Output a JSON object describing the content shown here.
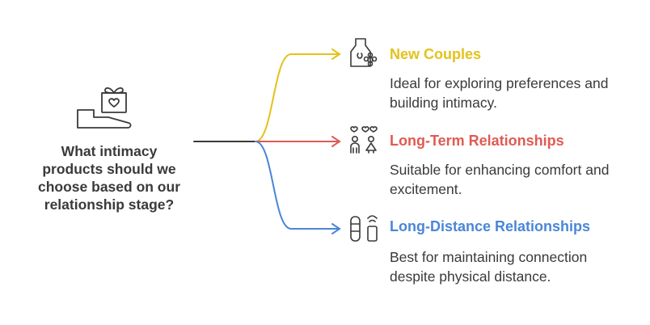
{
  "question": "What intimacy products should we choose based on our relationship stage?",
  "colors": {
    "trunk": "#3a3a3a",
    "icon": "#3a3a3a"
  },
  "branches": [
    {
      "title": "New Couples",
      "description": "Ideal for exploring preferences and building intimacy.",
      "color": "#e3c21a",
      "icon": "vase-flower-icon"
    },
    {
      "title": "Long-Term Relationships",
      "description": "Suitable for enhancing comfort and excitement.",
      "color": "#e05a53",
      "icon": "couple-hearts-icon"
    },
    {
      "title": "Long-Distance Relationships",
      "description": "Best for maintaining connection despite physical distance.",
      "color": "#4a86d8",
      "icon": "devices-signal-icon"
    }
  ]
}
